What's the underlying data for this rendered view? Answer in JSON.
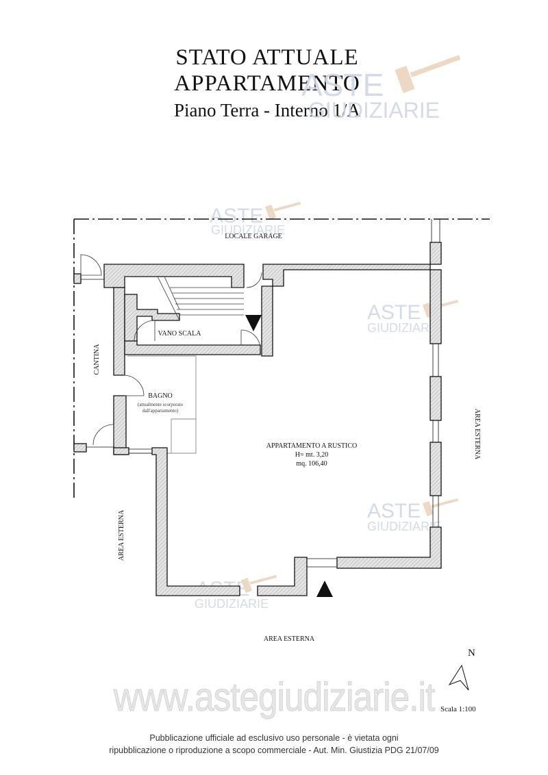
{
  "title": {
    "line1": "STATO ATTUALE",
    "line2": "APPARTAMENTO",
    "line3": "Piano Terra - Interno 1/A"
  },
  "rooms": {
    "garage": "LOCALE GARAGE",
    "stair": "VANO SCALA",
    "cellar": "CANTINA",
    "bath": "BAGNO",
    "bath_note_1": "(attualmente scorporato",
    "bath_note_2": "dall'appartamento)",
    "apartment": "APPARTAMENTO A RUSTICO",
    "height": "H= mt. 3,20",
    "area": "mq. 106,40",
    "outside_east": "AREA ESTERNA",
    "outside_west": "AREA ESTERNA",
    "outside_south": "AREA ESTERNA"
  },
  "watermark": {
    "brand_1": "ASTE",
    "brand_2": "GIUDIZIARIE",
    "site": "www.astegiudiziarie.it"
  },
  "north_label": "N",
  "scale_label": "Scala 1:100",
  "notice": {
    "line1": "Pubblicazione ufficiale ad esclusivo uso personale - è vietata ogni",
    "line2": "ripubblicazione o riproduzione a scopo commerciale - Aut. Min. Giustizia PDG 21/07/09"
  },
  "colors": {
    "wall_fill": "#d9d9d9",
    "wall_stroke": "#111111",
    "watermark": "#cfd6e6",
    "gavel": "#e8c8a8"
  }
}
